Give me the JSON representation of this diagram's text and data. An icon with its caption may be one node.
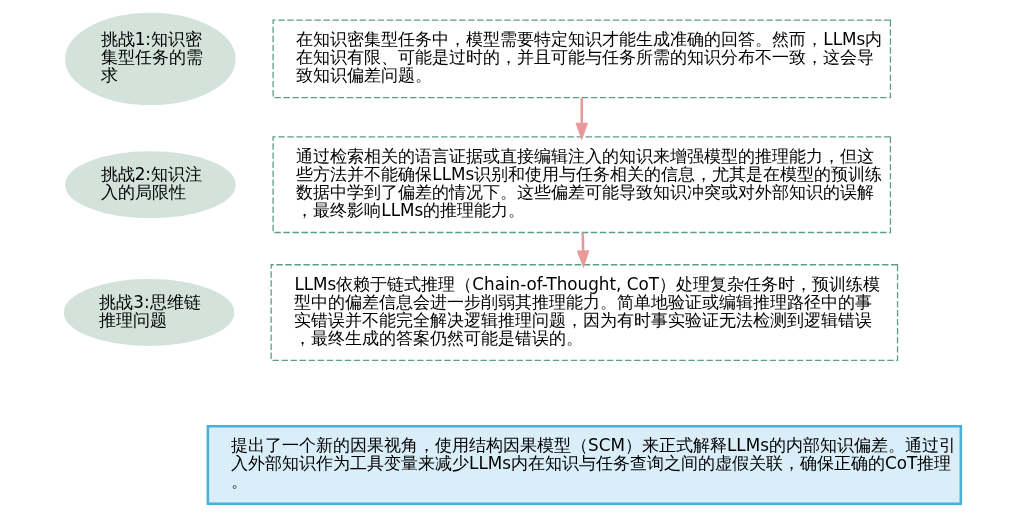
{
  "diagram": {
    "nodes": [
      {
        "text": [
          "挑战1:知识密集型任务的需求"
        ]
      },
      {
        "text": [
          "在知识密集型任务中，模型需要特定知识才能生成准确的回答。然而，LLMs内在知识有限、可能是过时的，并且可能与任务所需的知识分布不一致，这会导致知识偏差问题。"
        ]
      },
      {
        "text": [
          "挑战2:知识注入的局限性"
        ]
      },
      {
        "text": [
          "通过检索相关的语言证据或直接编辑注入的知识来增强模型的推理能力，但这些方法并不能确保LLMs识别和使用与任务相关的信息，尤其是在模型的预训练数据中学到了偏差的情况下。这些偏差可能导致知识冲突或对外部知识的误解，最终影响LLMs的推理能力。"
        ]
      },
      {
        "text": [
          "挑战3:思维链推理问题"
        ]
      },
      {
        "text": [
          "LLMs依赖于链式推理（Chain-of-Thought, CoT）处理复杂任务时，预训练模型中的偏差信息会进一步削弱其推理能力。简单地验证或编辑推理路径中的事实错误并不能完全解决逻辑推理问题，因为有时事实验证无法检测到逻辑错误，最终生成的答案仍然可能是错误的。"
        ]
      },
      {
        "text": [
          "提出了一个新的因果视角，使用结构因果模型（SCM）来正式解释LLMs的内部知识偏差。通过引入外部知识作为工具变量来减少LLMs内在知识与任务查询之间的虚假关联，确保正确的CoT推理。"
        ]
      }
    ],
    "edges": [
      {
        "from": 1,
        "to": 3,
        "arrow": "to"
      },
      {
        "from": 3,
        "to": 5,
        "arrow": "to"
      }
    ]
  }
}
